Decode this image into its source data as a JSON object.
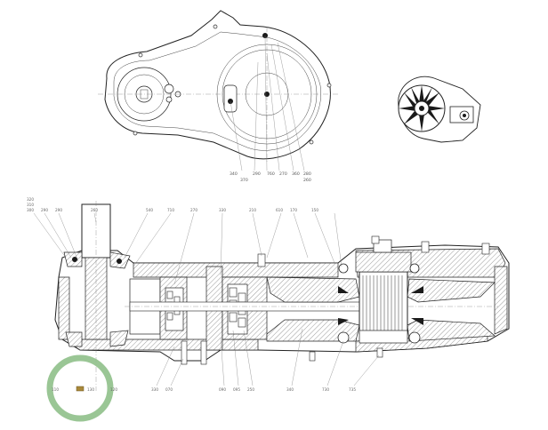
{
  "top_view": {
    "callouts": [
      "340",
      "370",
      "290",
      "760",
      "270",
      "360",
      "280",
      "260"
    ]
  },
  "section_view": {
    "callouts_top": [
      "320",
      "310",
      "300",
      "290",
      "290",
      "260",
      "540",
      "710",
      "270",
      "330",
      "210",
      "610",
      "170",
      "150"
    ],
    "callouts_bottom": [
      "330",
      "070",
      "090",
      "095",
      "250",
      "340",
      "730",
      "735"
    ],
    "highlight_callouts": [
      "110",
      "130",
      "120"
    ]
  },
  "highlight": {
    "color": "#8fc08a"
  }
}
